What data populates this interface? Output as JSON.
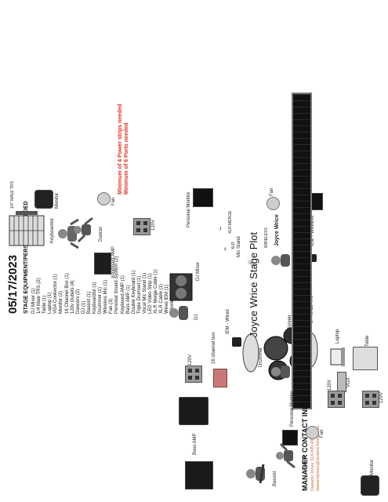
{
  "header": {
    "date": "05/17/2023",
    "equipment_title": "STAGE EQUIPMENT/PERSONNEL NEEDED",
    "equipment_items": [
      "DJ Mixer (1)",
      "1/4 Male TRS (2)",
      "Table (1)",
      "Laptop (1)",
      "VGA Connector (1)",
      "Monitor (2)",
      "16 Channel Box (1)",
      "120v Outlets (4)",
      "Dancers (2)",
      "DJ (1)",
      "Bassist (1)",
      "Keyboardist (1)",
      "Drummer (1)",
      "Wireless Mic (1)",
      "Fan (3)",
      "Personal Sound System (2)",
      "Keyboard AMP (1)",
      "Bass AMP (1)",
      "Double Keyboard (1)",
      "Triple Drumset (1)",
      "Vocal Mic Stand (1)",
      "LED Video Strip (1)",
      "XLR Merge Cable (1)",
      "XLR Cable (1)",
      "Wired IEM (1)",
      "Wireless IEM (1)"
    ],
    "notes": [
      "Minimum of 4 Power strips needed",
      "Minimum of 6 Ports needed"
    ]
  },
  "manager": {
    "title": "MANAGER CONTACT INFO",
    "name_phone": "Dawann Jones 313-495-4983",
    "email": "dawannjones@student.fullsail.edu"
  },
  "plot_title": "Joyce Wrice Stage Plot",
  "labels": {
    "led_screen": "LED Screen",
    "keyboardist": "Keyboardist",
    "keyboard_amp": "Keyboard AMP",
    "monitor": "Monitor",
    "fan": "Fan",
    "dancer": "Dancer",
    "dj": "DJ",
    "dj_mixer": "DJ Mixer",
    "personal_monitor": "Personal Monitor",
    "outlet_120v": "120V",
    "channel_box": "16 channel box",
    "iem_wired": "IEM - Wired",
    "iem_wireless": "IEM - Wireless",
    "drummer": "Drummer",
    "mic_stand": "Mic Stand",
    "joyce_wrice": "Joyce Wrice",
    "wireless": "WIRELESS",
    "xlr": "XLR",
    "xlr_merge": "XLR MERGE",
    "trs": "1/4\" MALE TRS",
    "vga": "VGA",
    "laptop": "Laptop",
    "table": "Table",
    "bass_amp": "Bass AMP",
    "bassist": "Bassist"
  }
}
